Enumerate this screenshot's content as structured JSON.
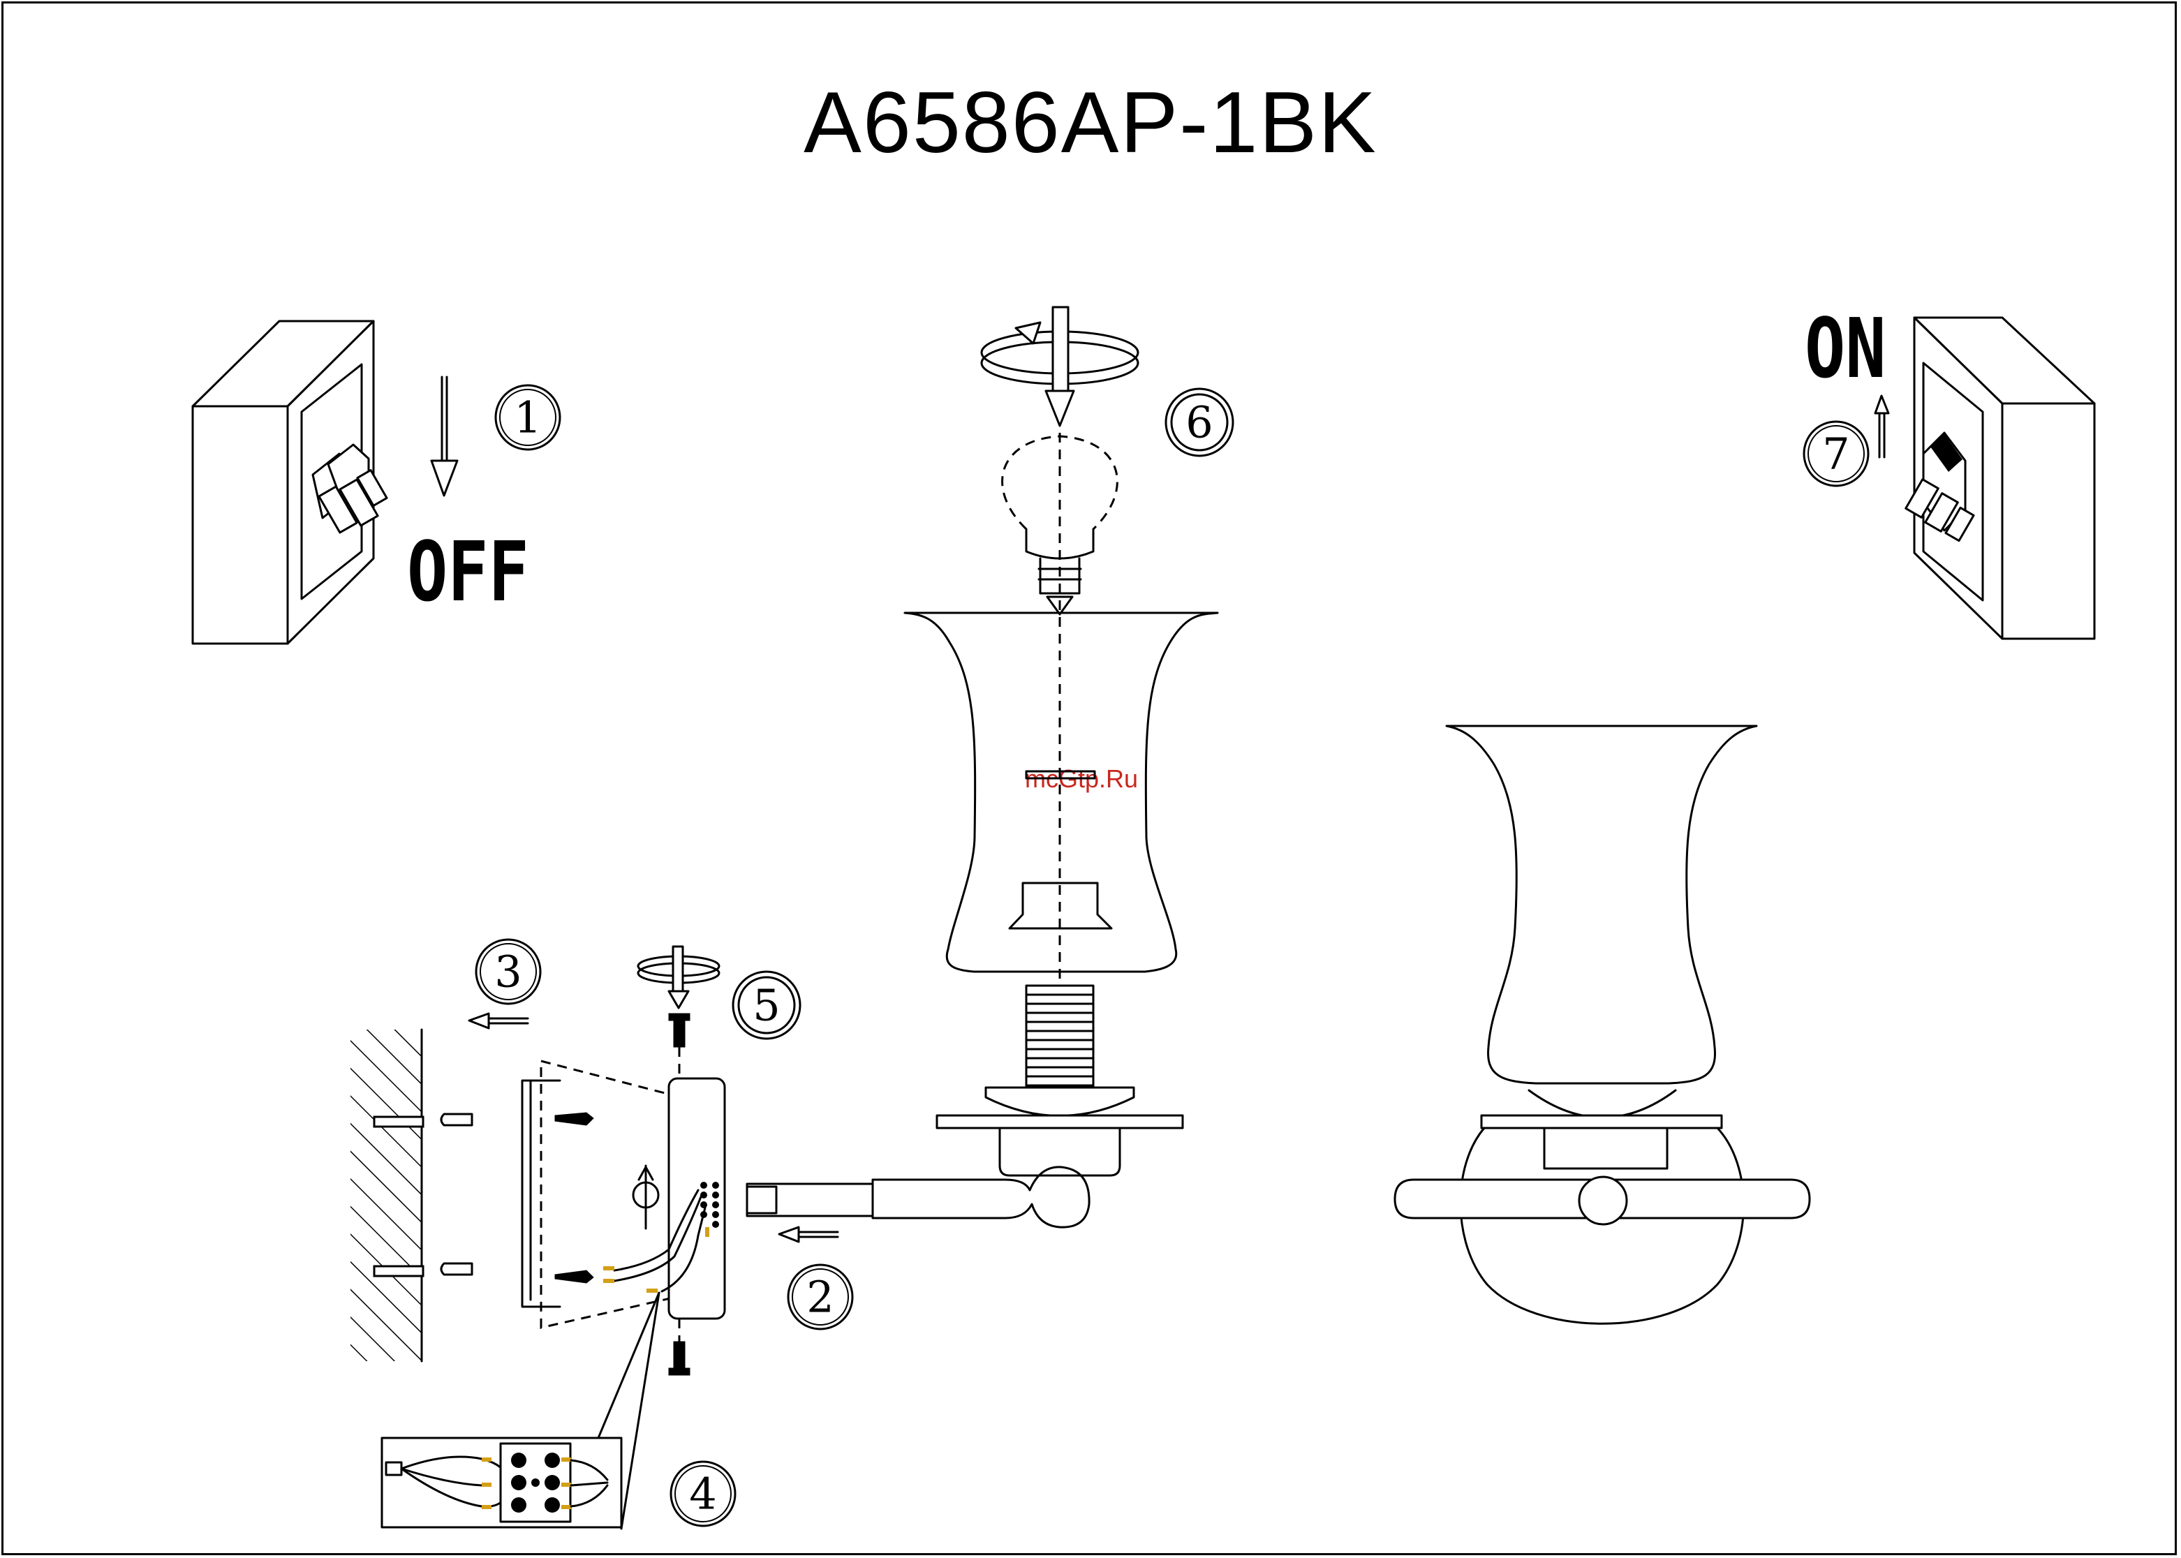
{
  "title": "A6586AP-1BK",
  "switch_off": {
    "label": "OFF"
  },
  "switch_on": {
    "label": "ON"
  },
  "steps": [
    "1",
    "2",
    "3",
    "4",
    "5",
    "6",
    "7"
  ],
  "watermark": "mcGtp.Ru",
  "icons": {
    "switch_off": "wall-switch-icon",
    "switch_on": "wall-switch-icon",
    "rotate": "rotate-arrow-icon",
    "arrow": "arrow-icon",
    "wall": "hatched-wall-icon",
    "screw": "screw-icon",
    "dowel": "wall-plug-icon",
    "terminal": "terminal-block-icon",
    "bulb": "light-bulb-icon",
    "shade": "glass-shade-icon"
  },
  "colors": {
    "line": "#000000",
    "background": "#ffffff",
    "wire_ends": "#d4a017",
    "watermark": "#c8281e"
  }
}
